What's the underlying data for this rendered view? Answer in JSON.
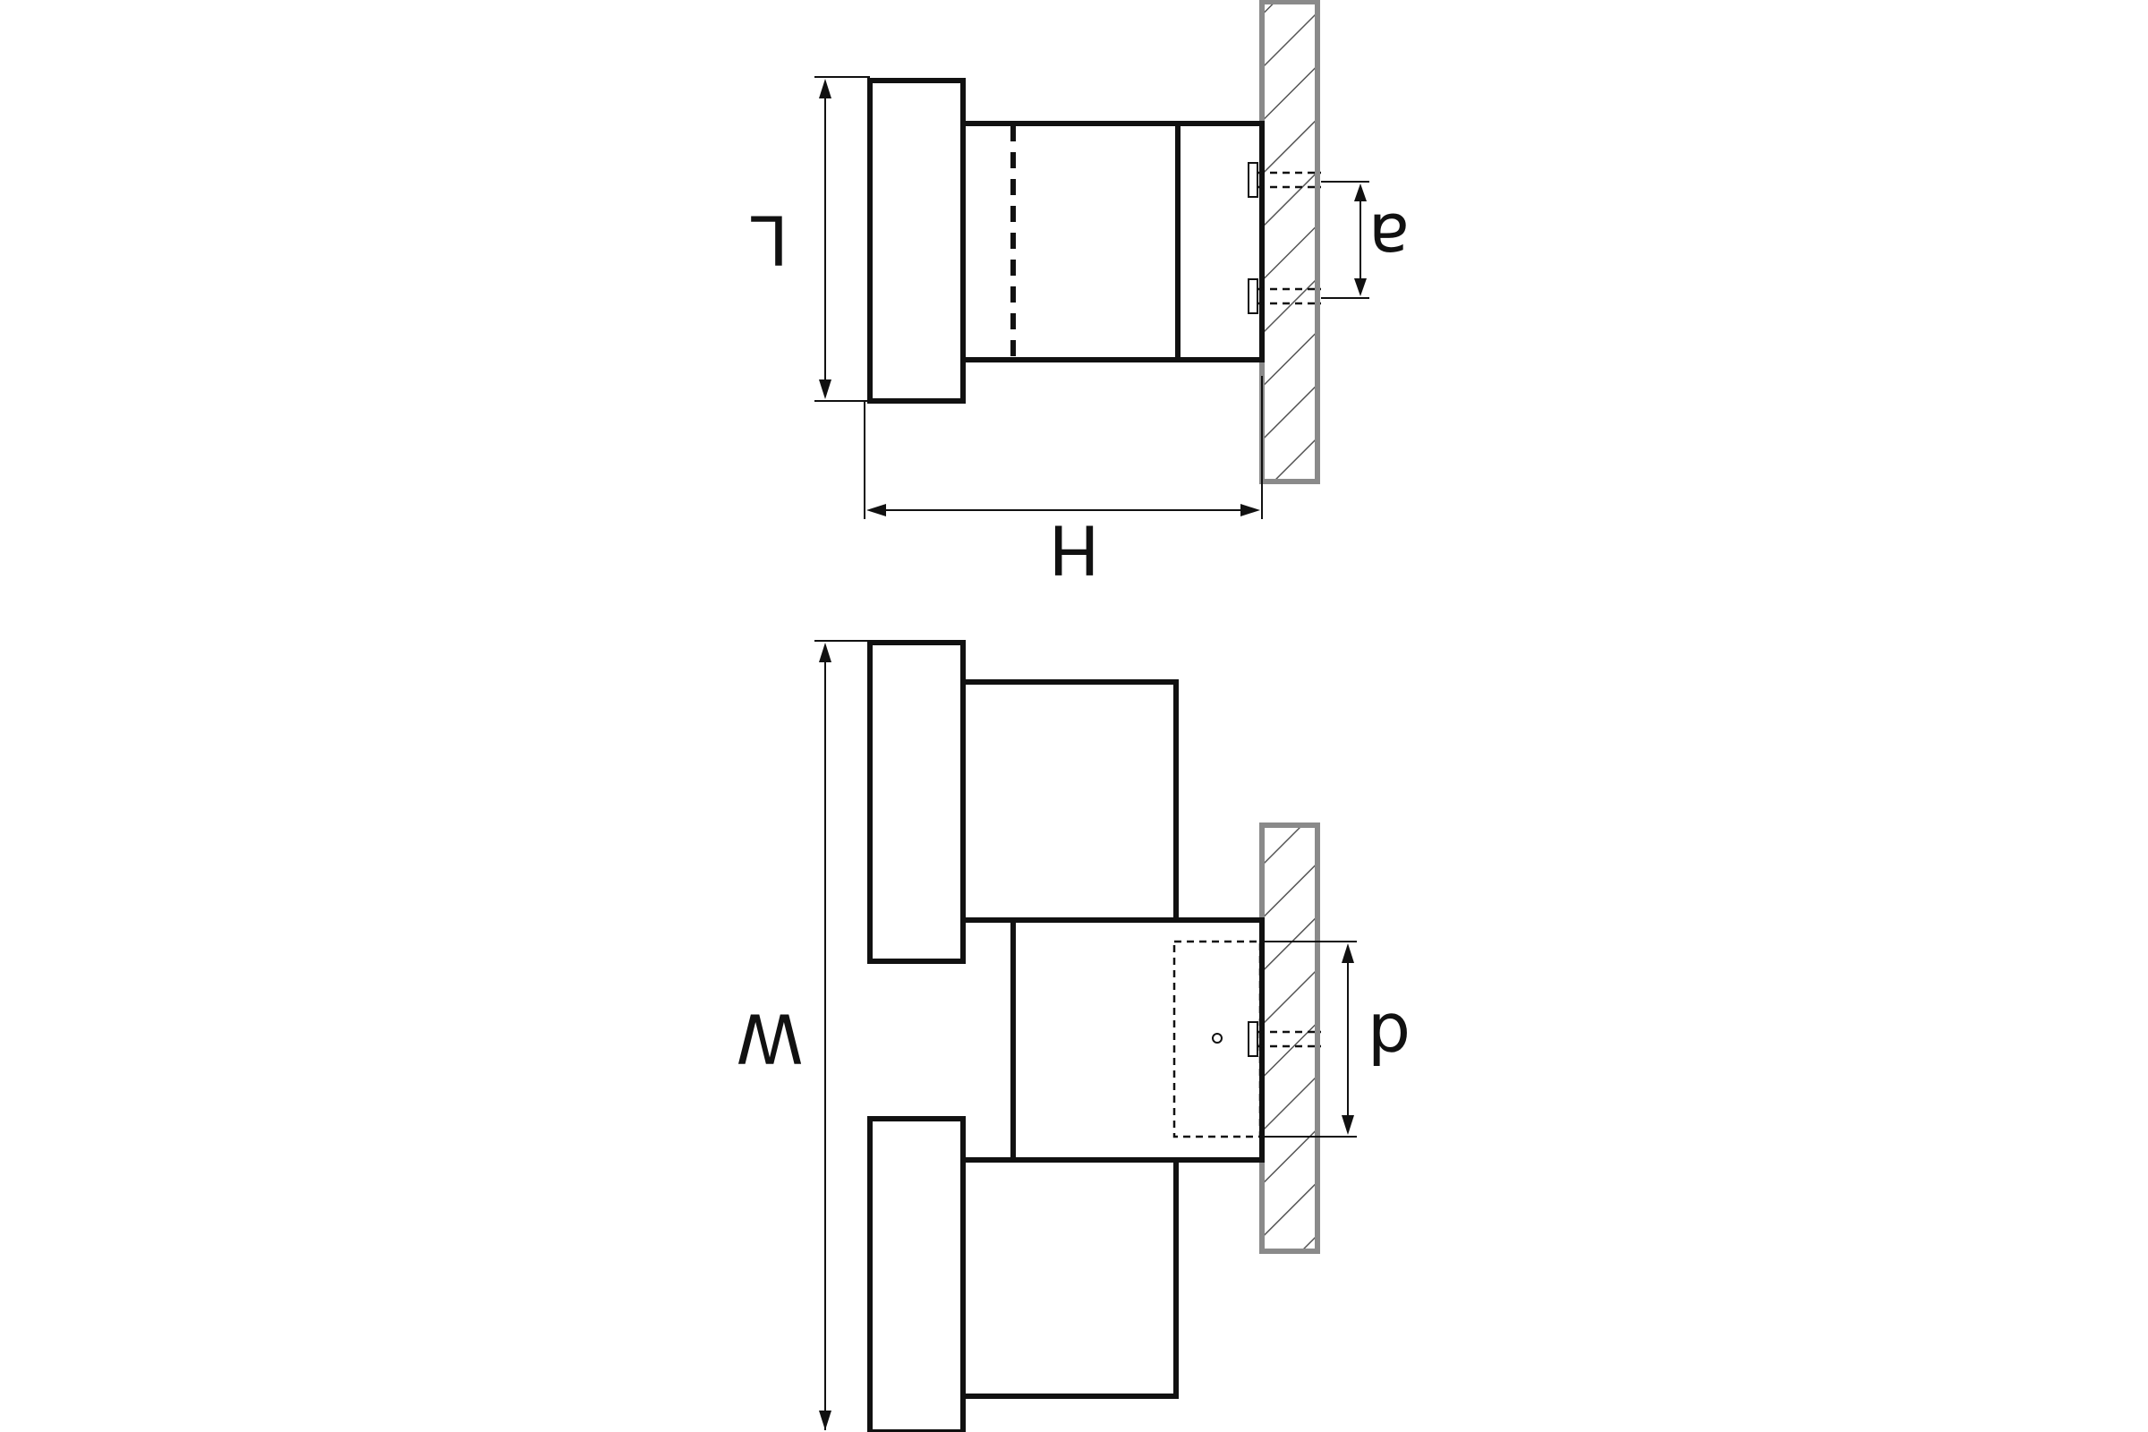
{
  "diagram": {
    "dimension_labels": {
      "L": "L",
      "H": "H",
      "a": "a",
      "W": "W",
      "d": "d"
    }
  }
}
